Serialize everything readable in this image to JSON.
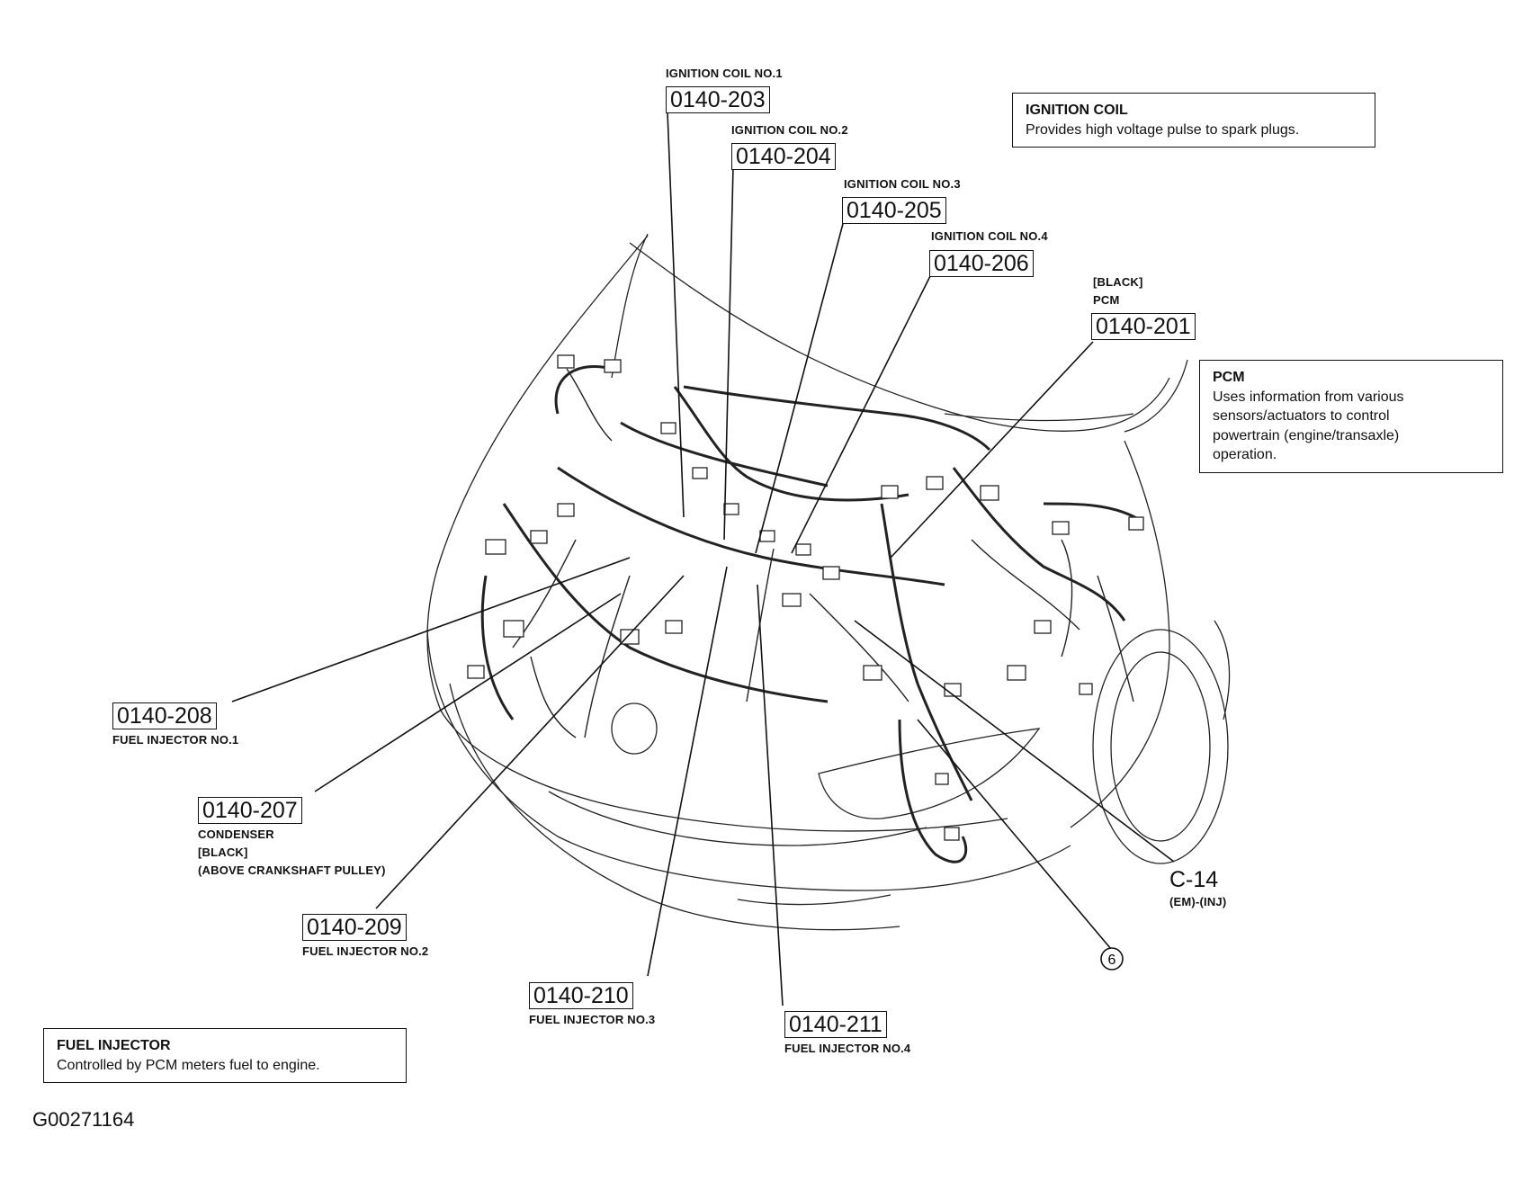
{
  "callouts": {
    "coil1": {
      "name": "IGNITION COIL NO.1",
      "code": "0140-203"
    },
    "coil2": {
      "name": "IGNITION COIL NO.2",
      "code": "0140-204"
    },
    "coil3": {
      "name": "IGNITION COIL NO.3",
      "code": "0140-205"
    },
    "coil4": {
      "name": "IGNITION COIL NO.4",
      "code": "0140-206"
    },
    "pcm": {
      "color": "[BLACK]",
      "name": "PCM",
      "code": "0140-201"
    },
    "inj1": {
      "code": "0140-208",
      "name": "FUEL INJECTOR NO.1"
    },
    "cond": {
      "code": "0140-207",
      "name": "CONDENSER",
      "color": "[BLACK]",
      "location": "(ABOVE CRANKSHAFT PULLEY)"
    },
    "inj2": {
      "code": "0140-209",
      "name": "FUEL INJECTOR NO.2"
    },
    "inj3": {
      "code": "0140-210",
      "name": "FUEL INJECTOR NO.3"
    },
    "inj4": {
      "code": "0140-211",
      "name": "FUEL INJECTOR NO.4"
    },
    "c14": {
      "code": "C-14",
      "sub": "(EM)-(INJ)"
    },
    "ground": {
      "number": "6"
    }
  },
  "info_boxes": {
    "ignition_coil": {
      "title": "IGNITION COIL",
      "text": "Provides high voltage pulse to spark plugs."
    },
    "pcm": {
      "title": "PCM",
      "lines": [
        "Uses information from various",
        "sensors/actuators to control",
        "powertrain (engine/transaxle)",
        "operation."
      ]
    },
    "fuel_injector": {
      "title": "FUEL INJECTOR",
      "text": "Controlled by PCM meters fuel to engine."
    }
  },
  "figure_id": "G00271164"
}
